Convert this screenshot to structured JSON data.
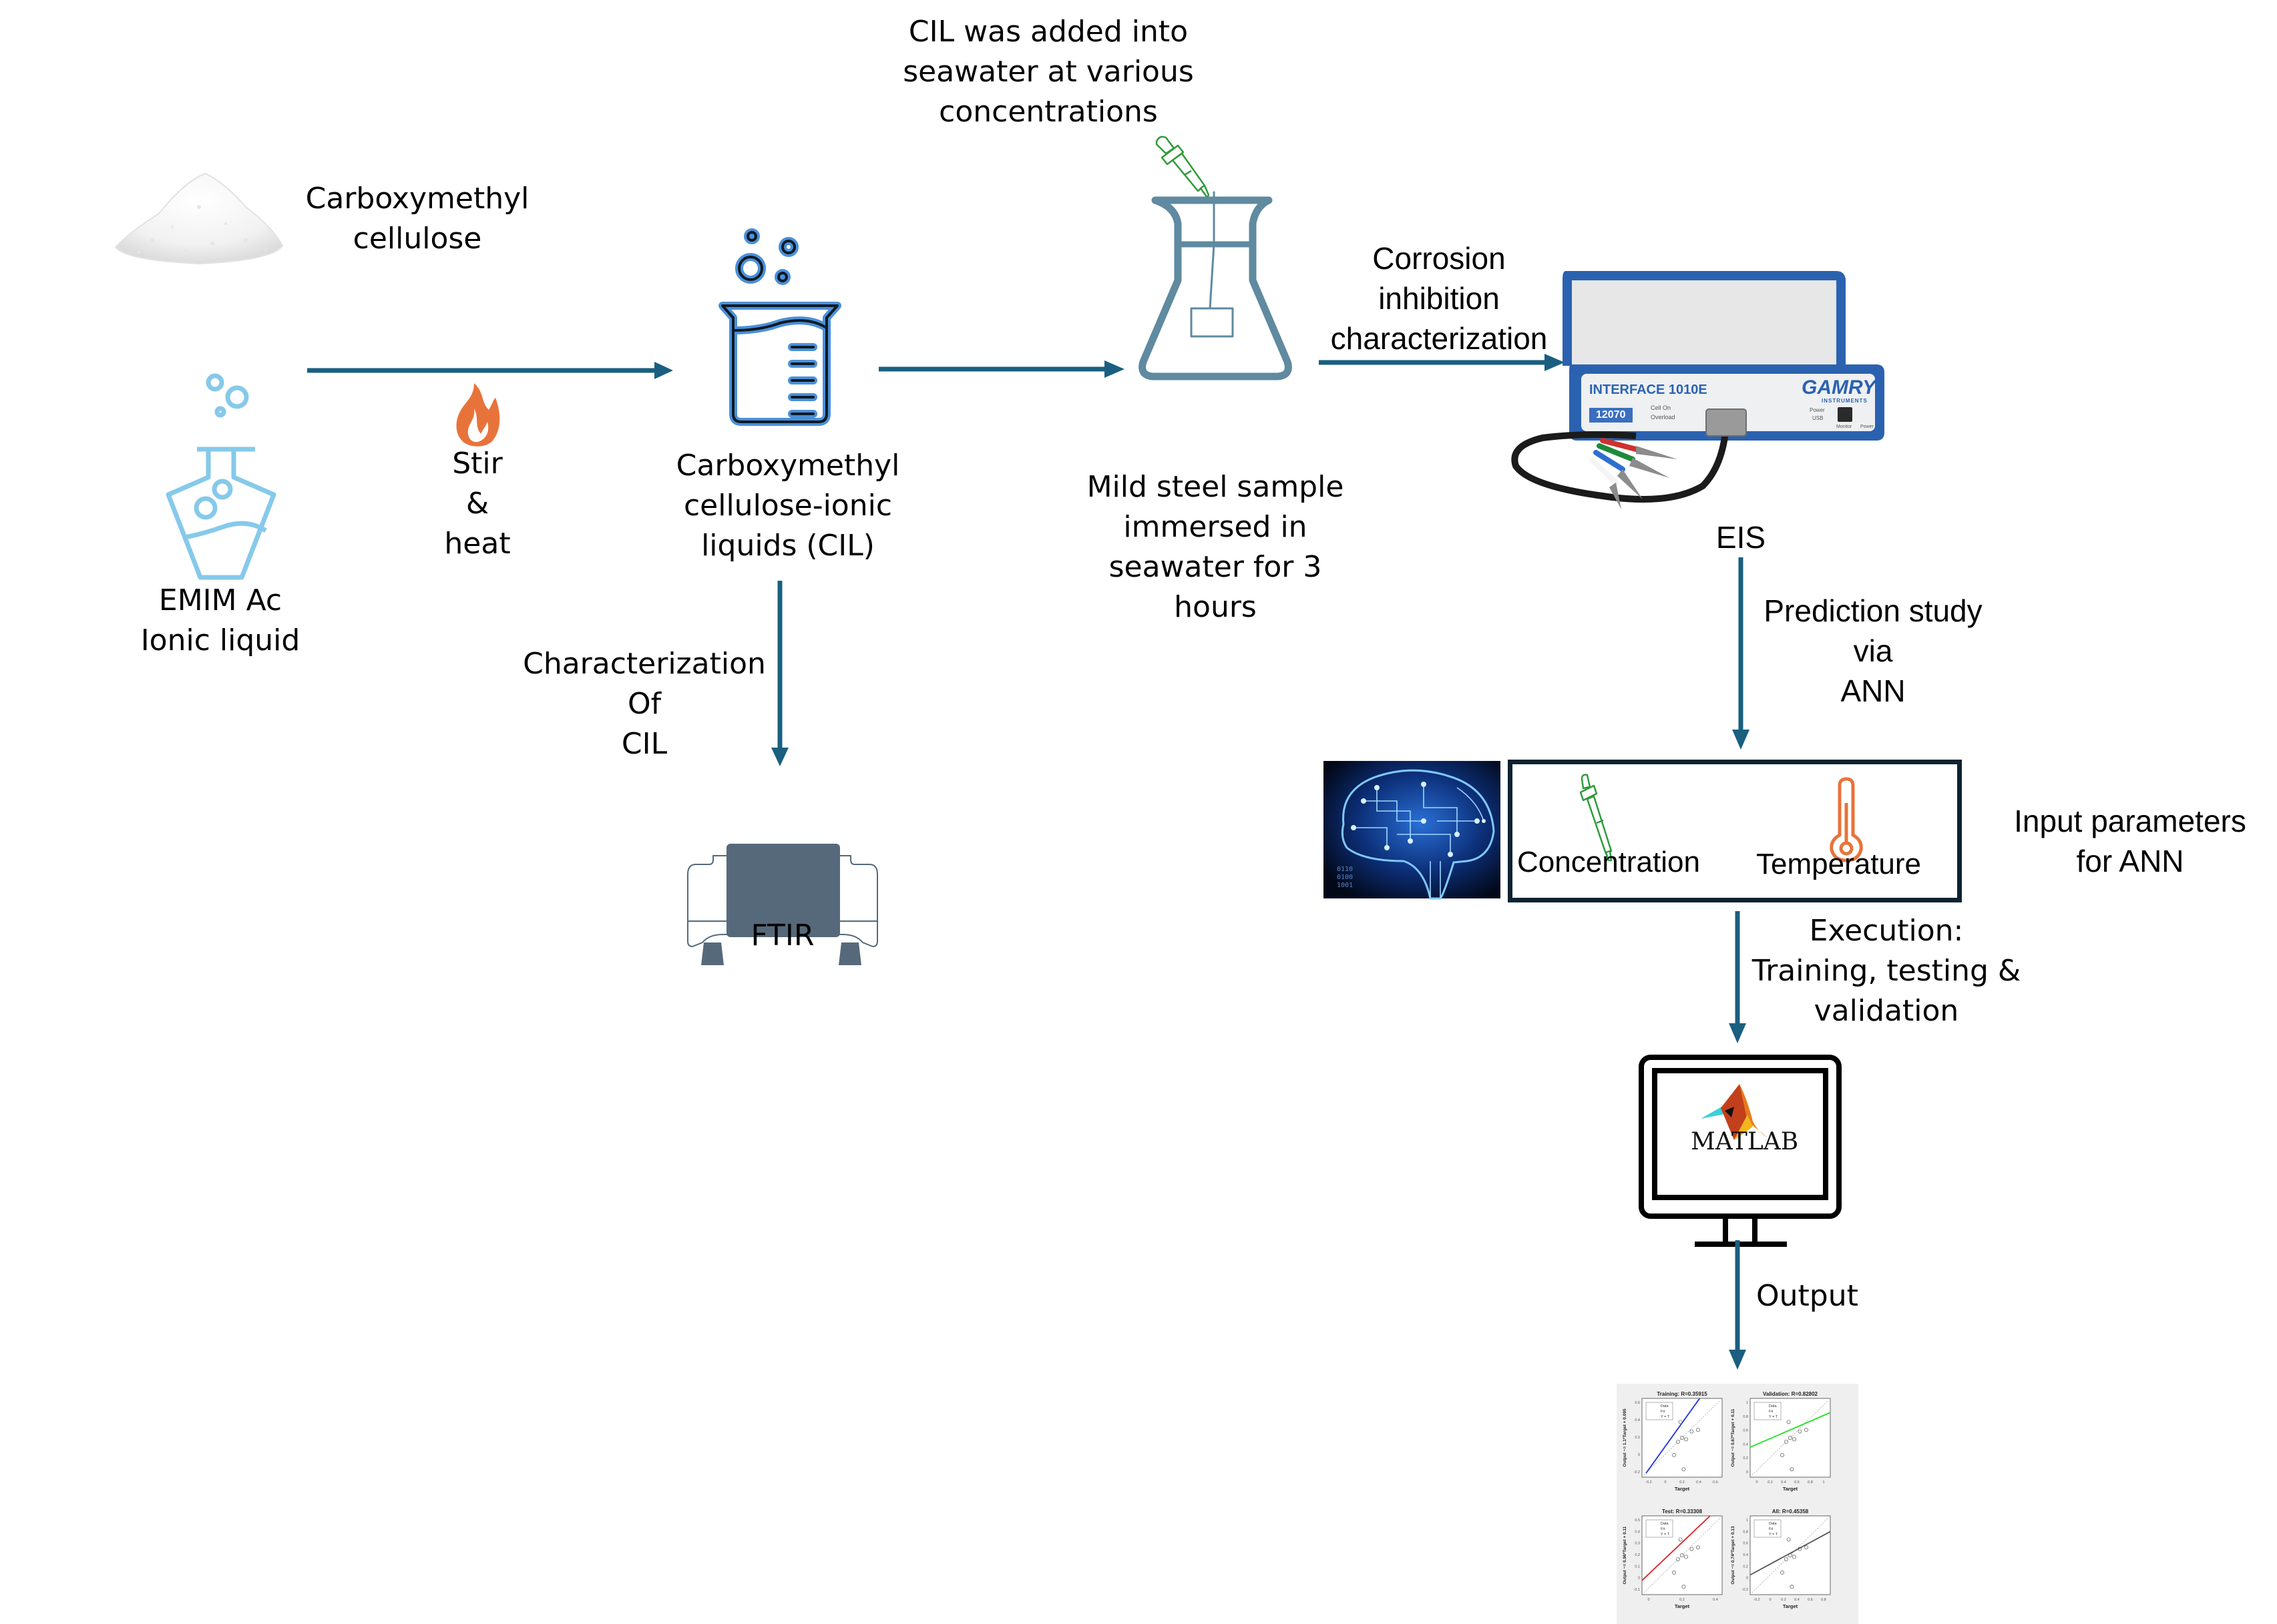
{
  "diagram": {
    "title": "Workflow: CMC-ionic liquid corrosion inhibitor study with ANN prediction",
    "colors": {
      "arrow": "#1a5f80",
      "flask_light_blue": "#86c9ea",
      "beaker_blue": "#4a90d9",
      "erlenmeyer": "#5f8aa0",
      "flame_orange": "#e8733a",
      "dropper_green": "#2e9b3a",
      "ftir_gray": "#56697a",
      "box_border": "#0b2231"
    },
    "nodes": {
      "cmc_powder": {
        "label": [
          "Carboxymethyl",
          "cellulose"
        ],
        "icon": "powder-pile-icon"
      },
      "emim": {
        "label": [
          "EMIM Ac",
          "Ionic liquid"
        ],
        "icon": "flask-icon"
      },
      "stir_heat": {
        "label": [
          "Stir",
          "&",
          "heat"
        ],
        "icon": "flame-icon"
      },
      "cil": {
        "label": [
          "Carboxymethyl",
          "cellulose-ionic",
          "liquids (CIL)"
        ],
        "icon": "beaker-icon"
      },
      "characterization": {
        "label": [
          "Characterization",
          "Of",
          "CIL"
        ]
      },
      "ftir": {
        "label": "FTIR",
        "icon": "ftir-instrument-icon"
      },
      "cil_added": {
        "label": [
          "CIL was added into",
          "seawater at various",
          "concentrations"
        ],
        "icon": "dropper-icon"
      },
      "mild_steel": {
        "label": [
          "Mild steel sample",
          "immersed in",
          "seawater for 3",
          "hours"
        ],
        "icon": "erlenmeyer-flask-icon"
      },
      "corrosion": {
        "label": [
          "Corrosion",
          "inhibition",
          "characterization"
        ]
      },
      "gamry": {
        "icon": "potentiostat-device-icon",
        "model_text": "INTERFACE 1010E",
        "serial": "12070",
        "brand": "GAMRY",
        "brand_sub": "INSTRUMENTS",
        "indicators_left": [
          "Cell On",
          "Overload"
        ],
        "indicators_right": [
          "Power",
          "USB"
        ],
        "ports": [
          "Monitor",
          "Power"
        ]
      },
      "eis": {
        "label": "EIS"
      },
      "prediction": {
        "label": [
          "Prediction study",
          "via",
          "ANN"
        ]
      },
      "ann_inputs": {
        "items": [
          {
            "label": "Concentration",
            "icon": "dropper-icon"
          },
          {
            "label": "Temperature",
            "icon": "thermometer-icon"
          }
        ],
        "side_label": [
          "Input parameters",
          "for ANN"
        ],
        "brain_icon": "ai-brain-icon"
      },
      "execution": {
        "label": [
          "Execution:",
          "Training, testing &",
          "validation"
        ]
      },
      "matlab": {
        "label": "MATLAB",
        "icon": "monitor-icon"
      },
      "output": {
        "label": "Output"
      },
      "regression": {
        "panels": [
          {
            "title": "Training: R=0.35915",
            "ylabel": "Output ~= 1.1*Target + 0.095",
            "xlabel": "Target",
            "fit_color": "#1f2fe0",
            "xticks": [
              "-0.2",
              "0",
              "0.2",
              "0.4",
              "0.6"
            ],
            "yticks": [
              "0.6",
              "0.4",
              "0.2",
              "0",
              "-0.2"
            ]
          },
          {
            "title": "Validation: R=0.82802",
            "ylabel": "Output ~= 0.67*Target + 0.11",
            "xlabel": "Target",
            "fit_color": "#22e022",
            "xticks": [
              "0",
              "0.2",
              "0.4",
              "0.6",
              "0.8",
              "1"
            ],
            "yticks": [
              "1",
              "0.8",
              "0.6",
              "0.4",
              "0.2",
              "0"
            ]
          },
          {
            "title": "Test: R=0.33308",
            "ylabel": "Output ~= 0.96*Target + 0.11",
            "xlabel": "Target",
            "fit_color": "#e01f1f",
            "xticks": [
              "0",
              "0.2",
              "0.4"
            ],
            "yticks": [
              "0.5",
              "0.4",
              "0.3",
              "0.2",
              "0.1",
              "0",
              "-0.1"
            ]
          },
          {
            "title": "All: R=0.45358",
            "ylabel": "Output ~= 0.74*Target + 0.13",
            "xlabel": "Target",
            "fit_color": "#555555",
            "xticks": [
              "-0.2",
              "0",
              "0.2",
              "0.4",
              "0.6",
              "0.8"
            ],
            "yticks": [
              "1",
              "0.8",
              "0.6",
              "0.4",
              "0.2",
              "0",
              "-0.2"
            ]
          }
        ],
        "legend": [
          "Data",
          "Fit",
          "Y = T"
        ]
      }
    }
  }
}
